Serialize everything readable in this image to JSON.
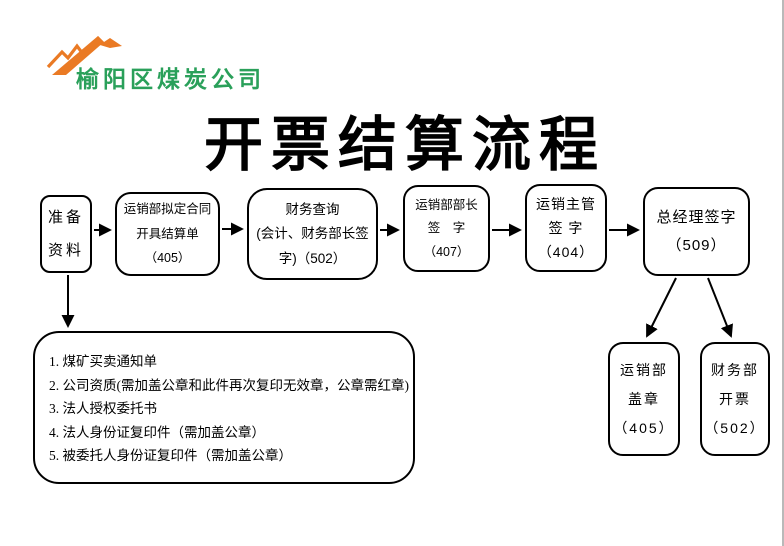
{
  "page": {
    "background": "#ffffff",
    "right_edge_color": "#b9b9b9"
  },
  "logo": {
    "company_name": "榆阳区煤炭公司",
    "text_color": "#2aa05a",
    "mountain_color": "#ea7a24"
  },
  "title": {
    "text": "开票结算流程"
  },
  "flowchart": {
    "boxes": [
      {
        "id": "prepare",
        "lines": [
          "准备",
          "资料"
        ]
      },
      {
        "id": "contract-settlement",
        "lines": [
          "运销部拟定合同",
          "开具结算单",
          "（405）"
        ]
      },
      {
        "id": "finance-check",
        "lines": [
          "财务查询",
          "(会计、财务部长签",
          "字)（502）"
        ]
      },
      {
        "id": "minister-signature",
        "lines": [
          "运销部部长",
          "签　字",
          "（407）"
        ]
      },
      {
        "id": "supervisor-signature",
        "lines": [
          "运销主管",
          "签 字",
          "（404）"
        ]
      },
      {
        "id": "gm-signature",
        "lines": [
          "总经理签字",
          "（509）"
        ]
      },
      {
        "id": "dept-seal",
        "lines": [
          "运销部",
          "盖章",
          "（405）"
        ]
      },
      {
        "id": "finance-invoice",
        "lines": [
          "财务部",
          "开票",
          "（502）"
        ]
      }
    ],
    "materials_list": {
      "items": [
        "1. 煤矿买卖通知单",
        "2. 公司资质(需加盖公章和此件再次复印无效章，公章需红章)",
        "3. 法人授权委托书",
        "4. 法人身份证复印件（需加盖公章）",
        "5. 被委托人身份证复印件（需加盖公章）"
      ]
    }
  }
}
